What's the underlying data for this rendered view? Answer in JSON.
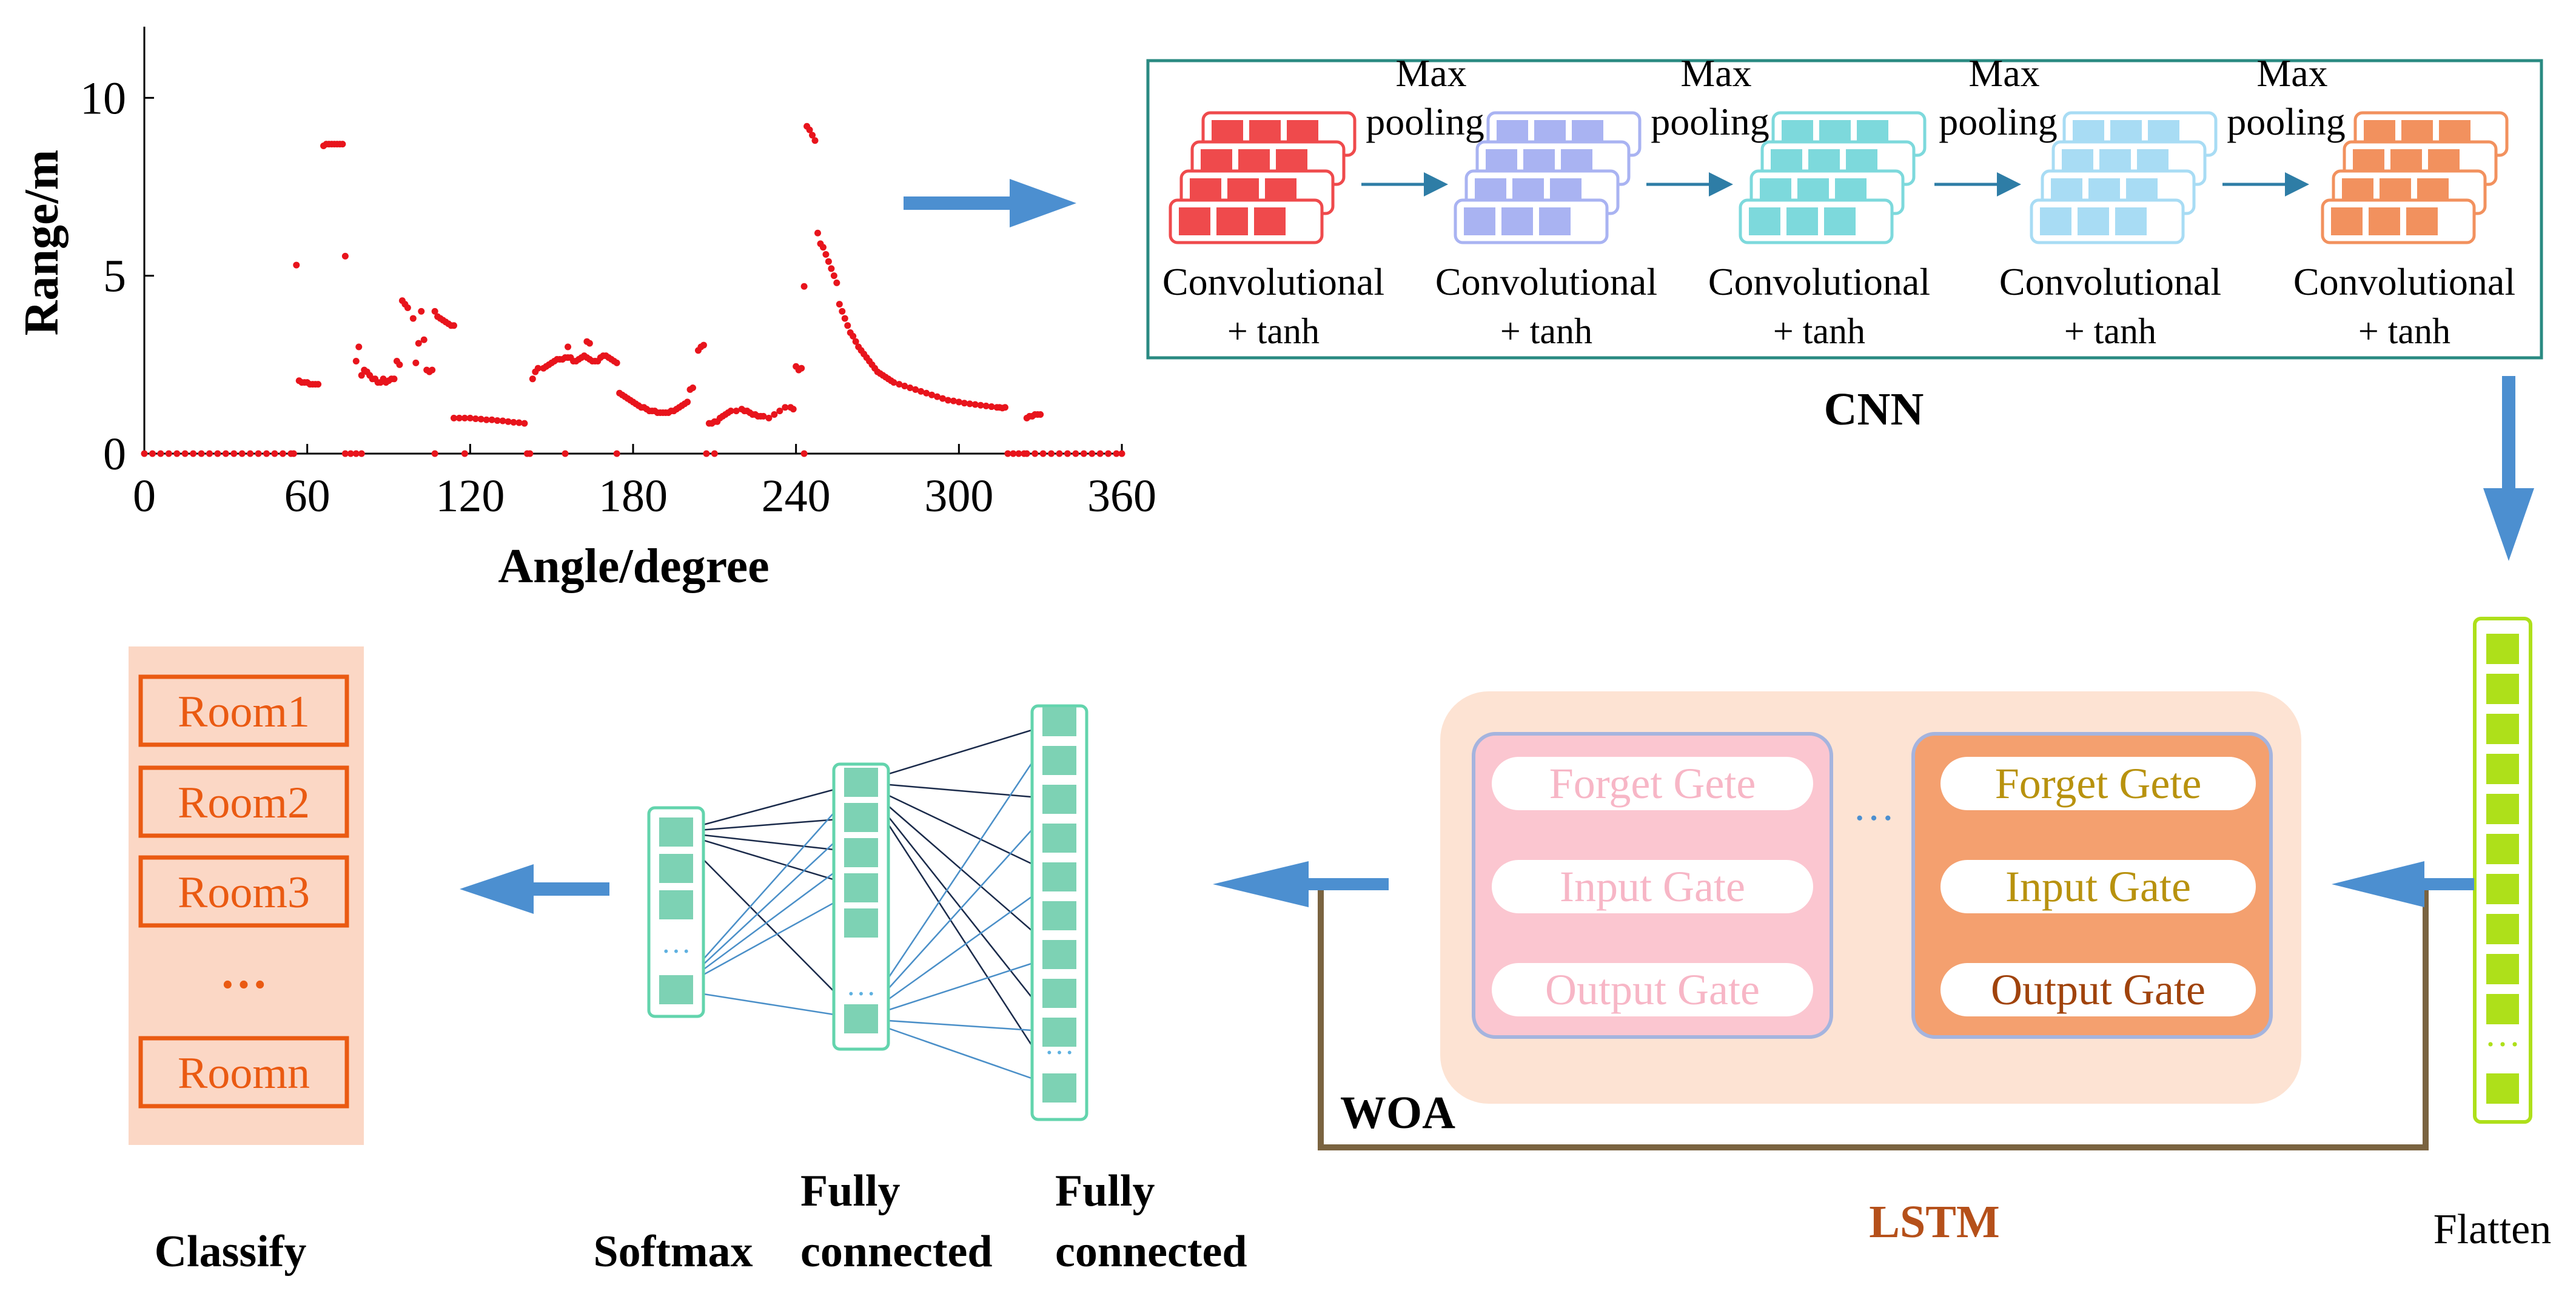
{
  "chart_data": {
    "type": "scatter",
    "xlabel": "Angle/degree",
    "ylabel": "Range/m",
    "xlim": [
      0,
      360
    ],
    "ylim": [
      0,
      12
    ],
    "xticks": [
      "0",
      "60",
      "120",
      "180",
      "240",
      "300",
      "360"
    ],
    "yticks": [
      "0",
      "5",
      "10"
    ],
    "marker_color": "#e8141c",
    "points": [
      [
        56,
        5.3
      ],
      [
        57,
        2.05
      ],
      [
        58,
        2.0
      ],
      [
        59,
        2.0
      ],
      [
        60,
        2.0
      ],
      [
        61,
        1.95
      ],
      [
        62,
        1.95
      ],
      [
        63,
        1.95
      ],
      [
        64,
        1.95
      ],
      [
        66,
        8.65
      ],
      [
        67,
        8.7
      ],
      [
        68,
        8.7
      ],
      [
        69,
        8.7
      ],
      [
        70,
        8.7
      ],
      [
        71,
        8.7
      ],
      [
        72,
        8.7
      ],
      [
        73,
        8.7
      ],
      [
        74,
        5.55
      ],
      [
        78,
        2.6
      ],
      [
        79,
        3.0
      ],
      [
        80,
        2.2
      ],
      [
        81,
        2.35
      ],
      [
        82,
        2.3
      ],
      [
        83,
        2.2
      ],
      [
        84,
        2.1
      ],
      [
        85,
        2.1
      ],
      [
        86,
        2.0
      ],
      [
        87,
        2.0
      ],
      [
        88,
        2.1
      ],
      [
        89,
        2.0
      ],
      [
        90,
        2.05
      ],
      [
        91,
        2.1
      ],
      [
        92,
        2.1
      ],
      [
        93,
        2.6
      ],
      [
        94,
        2.5
      ],
      [
        95,
        4.3
      ],
      [
        96,
        4.2
      ],
      [
        97,
        4.1
      ],
      [
        99,
        3.8
      ],
      [
        100,
        2.55
      ],
      [
        101,
        3.1
      ],
      [
        102,
        4.0
      ],
      [
        103,
        3.2
      ],
      [
        104,
        2.35
      ],
      [
        105,
        2.3
      ],
      [
        106,
        2.35
      ],
      [
        107,
        4.0
      ],
      [
        108,
        3.85
      ],
      [
        109,
        3.8
      ],
      [
        110,
        3.75
      ],
      [
        111,
        3.7
      ],
      [
        112,
        3.65
      ],
      [
        113,
        3.6
      ],
      [
        114,
        3.6
      ],
      [
        114,
        1.0
      ],
      [
        116,
        1.0
      ],
      [
        118,
        1.0
      ],
      [
        120,
        1.0
      ],
      [
        122,
        0.98
      ],
      [
        124,
        0.97
      ],
      [
        126,
        0.95
      ],
      [
        128,
        0.95
      ],
      [
        130,
        0.93
      ],
      [
        132,
        0.92
      ],
      [
        134,
        0.9
      ],
      [
        136,
        0.88
      ],
      [
        138,
        0.87
      ],
      [
        140,
        0.85
      ],
      [
        143,
        2.1
      ],
      [
        144,
        2.3
      ],
      [
        145,
        2.4
      ],
      [
        147,
        2.4
      ],
      [
        148,
        2.45
      ],
      [
        149,
        2.5
      ],
      [
        150,
        2.55
      ],
      [
        151,
        2.6
      ],
      [
        152,
        2.65
      ],
      [
        153,
        2.65
      ],
      [
        154,
        2.65
      ],
      [
        155,
        2.7
      ],
      [
        156,
        2.7
      ],
      [
        157,
        2.7
      ],
      [
        158,
        2.6
      ],
      [
        159,
        2.6
      ],
      [
        160,
        2.65
      ],
      [
        161,
        2.7
      ],
      [
        162,
        2.75
      ],
      [
        163,
        2.7
      ],
      [
        156,
        3.0
      ],
      [
        163,
        3.15
      ],
      [
        164,
        3.1
      ],
      [
        164,
        2.65
      ],
      [
        165,
        2.6
      ],
      [
        166,
        2.6
      ],
      [
        167,
        2.6
      ],
      [
        168,
        2.7
      ],
      [
        169,
        2.75
      ],
      [
        170,
        2.75
      ],
      [
        171,
        2.7
      ],
      [
        172,
        2.65
      ],
      [
        173,
        2.6
      ],
      [
        174,
        2.55
      ],
      [
        175,
        1.7
      ],
      [
        176,
        1.65
      ],
      [
        177,
        1.6
      ],
      [
        178,
        1.55
      ],
      [
        179,
        1.5
      ],
      [
        180,
        1.45
      ],
      [
        181,
        1.4
      ],
      [
        182,
        1.35
      ],
      [
        183,
        1.3
      ],
      [
        184,
        1.3
      ],
      [
        185,
        1.25
      ],
      [
        186,
        1.2
      ],
      [
        187,
        1.2
      ],
      [
        188,
        1.2
      ],
      [
        189,
        1.15
      ],
      [
        190,
        1.15
      ],
      [
        191,
        1.15
      ],
      [
        192,
        1.15
      ],
      [
        193,
        1.15
      ],
      [
        194,
        1.2
      ],
      [
        195,
        1.2
      ],
      [
        196,
        1.25
      ],
      [
        197,
        1.3
      ],
      [
        198,
        1.35
      ],
      [
        199,
        1.4
      ],
      [
        200,
        1.45
      ],
      [
        201,
        1.8
      ],
      [
        202,
        1.85
      ],
      [
        204,
        2.9
      ],
      [
        205,
        3.0
      ],
      [
        206,
        3.05
      ],
      [
        208,
        0.85
      ],
      [
        209,
        0.85
      ],
      [
        210,
        0.9
      ],
      [
        211,
        0.9
      ],
      [
        212,
        1.0
      ],
      [
        213,
        1.05
      ],
      [
        214,
        1.1
      ],
      [
        215,
        1.15
      ],
      [
        216,
        1.2
      ],
      [
        218,
        1.2
      ],
      [
        220,
        1.25
      ],
      [
        221,
        1.2
      ],
      [
        222,
        1.2
      ],
      [
        223,
        1.15
      ],
      [
        224,
        1.1
      ],
      [
        225,
        1.1
      ],
      [
        226,
        1.05
      ],
      [
        227,
        1.05
      ],
      [
        228,
        1.05
      ],
      [
        230,
        1.0
      ],
      [
        232,
        1.1
      ],
      [
        234,
        1.2
      ],
      [
        236,
        1.3
      ],
      [
        238,
        1.3
      ],
      [
        239,
        1.25
      ],
      [
        240,
        2.45
      ],
      [
        241,
        2.35
      ],
      [
        242,
        2.4
      ],
      [
        243,
        4.7
      ],
      [
        244,
        9.2
      ],
      [
        245,
        9.1
      ],
      [
        246,
        8.95
      ],
      [
        247,
        8.8
      ],
      [
        248,
        6.2
      ],
      [
        249,
        5.9
      ],
      [
        250,
        5.8
      ],
      [
        251,
        5.6
      ],
      [
        252,
        5.4
      ],
      [
        253,
        5.2
      ],
      [
        254,
        5.0
      ],
      [
        255,
        4.8
      ],
      [
        256,
        4.2
      ],
      [
        257,
        4.0
      ],
      [
        258,
        3.8
      ],
      [
        259,
        3.6
      ],
      [
        260,
        3.4
      ],
      [
        261,
        3.3
      ],
      [
        262,
        3.15
      ],
      [
        263,
        3.0
      ],
      [
        264,
        2.9
      ],
      [
        265,
        2.8
      ],
      [
        266,
        2.7
      ],
      [
        267,
        2.6
      ],
      [
        268,
        2.5
      ],
      [
        269,
        2.4
      ],
      [
        270,
        2.3
      ],
      [
        271,
        2.25
      ],
      [
        272,
        2.2
      ],
      [
        273,
        2.15
      ],
      [
        274,
        2.1
      ],
      [
        275,
        2.05
      ],
      [
        276,
        2.0
      ],
      [
        278,
        1.95
      ],
      [
        280,
        1.9
      ],
      [
        282,
        1.85
      ],
      [
        284,
        1.8
      ],
      [
        286,
        1.75
      ],
      [
        288,
        1.7
      ],
      [
        290,
        1.65
      ],
      [
        292,
        1.6
      ],
      [
        294,
        1.55
      ],
      [
        296,
        1.5
      ],
      [
        298,
        1.48
      ],
      [
        300,
        1.45
      ],
      [
        302,
        1.42
      ],
      [
        304,
        1.4
      ],
      [
        306,
        1.38
      ],
      [
        308,
        1.36
      ],
      [
        310,
        1.34
      ],
      [
        312,
        1.32
      ],
      [
        314,
        1.3
      ],
      [
        315,
        1.3
      ],
      [
        316,
        1.28
      ],
      [
        317,
        1.3
      ],
      [
        325,
        1.0
      ],
      [
        326,
        1.05
      ],
      [
        327,
        1.05
      ],
      [
        328,
        1.1
      ],
      [
        329,
        1.1
      ],
      [
        330,
        1.1
      ],
      [
        0,
        0
      ],
      [
        3,
        0
      ],
      [
        6,
        0
      ],
      [
        9,
        0
      ],
      [
        12,
        0
      ],
      [
        15,
        0
      ],
      [
        18,
        0
      ],
      [
        21,
        0
      ],
      [
        24,
        0
      ],
      [
        27,
        0
      ],
      [
        30,
        0
      ],
      [
        33,
        0
      ],
      [
        36,
        0
      ],
      [
        39,
        0
      ],
      [
        42,
        0
      ],
      [
        45,
        0
      ],
      [
        48,
        0
      ],
      [
        51,
        0
      ],
      [
        54,
        0
      ],
      [
        55,
        0
      ],
      [
        74,
        0
      ],
      [
        76,
        0
      ],
      [
        78,
        0
      ],
      [
        80,
        0
      ],
      [
        107,
        0
      ],
      [
        118,
        0
      ],
      [
        141,
        0
      ],
      [
        142,
        0
      ],
      [
        155,
        0
      ],
      [
        174,
        0
      ],
      [
        207,
        0
      ],
      [
        210,
        0
      ],
      [
        243,
        0
      ],
      [
        318,
        0
      ],
      [
        320,
        0
      ],
      [
        322,
        0
      ],
      [
        324,
        0
      ],
      [
        325,
        0
      ],
      [
        328,
        0
      ],
      [
        331,
        0
      ],
      [
        334,
        0
      ],
      [
        337,
        0
      ],
      [
        340,
        0
      ],
      [
        343,
        0
      ],
      [
        346,
        0
      ],
      [
        349,
        0
      ],
      [
        352,
        0
      ],
      [
        355,
        0
      ],
      [
        358,
        0
      ],
      [
        360,
        0
      ]
    ]
  },
  "cnn": {
    "title": "CNN",
    "pool_label_1": "Max",
    "pool_label_2": "pooling",
    "conv_label_1": "Convolutional",
    "conv_label_2": "+    tanh",
    "block_ellipsis": "···",
    "colors": [
      "#ef4a4c",
      "#a9b3f2",
      "#7dd9dc",
      "#a8dcf4",
      "#f2915e"
    ]
  },
  "flatten": {
    "label": "Flatten",
    "ellipsis": "···",
    "color": "#aee01a"
  },
  "lstm": {
    "title": "LSTM",
    "ellipsis": "···",
    "cell_1": {
      "forget": "Forget Gete",
      "input": "Input Gate",
      "output": "Output Gate"
    },
    "cell_2": {
      "forget": "Forget Gete",
      "input": "Input Gate",
      "output": "Output Gate"
    },
    "woa": "WOA"
  },
  "nn": {
    "softmax": "Softmax",
    "fc1_line1": "Fully",
    "fc1_line2": "connected",
    "fc2_line1": "Fully",
    "fc2_line2": "connected",
    "ellipsis": "···"
  },
  "classify": {
    "title": "Classify",
    "rooms": [
      "Room1",
      "Room2",
      "Room3",
      "Roomn"
    ],
    "ellipsis": "···"
  }
}
